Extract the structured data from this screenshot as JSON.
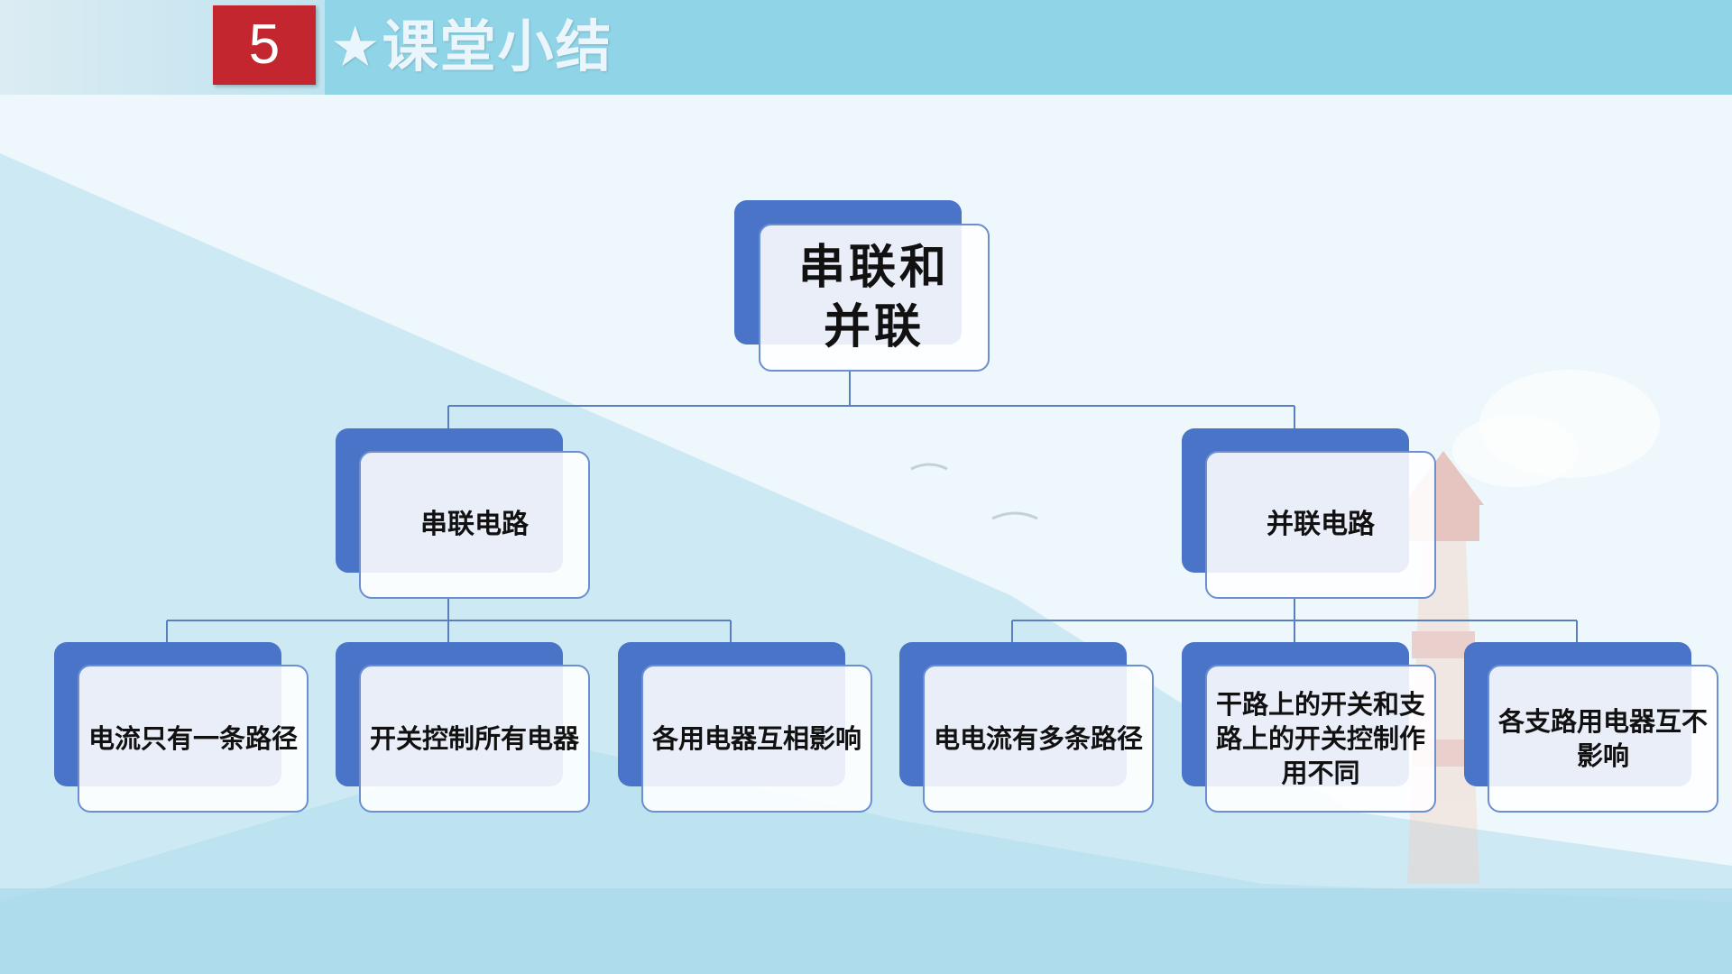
{
  "header": {
    "badge": "5",
    "title": "★课堂小结"
  },
  "diagram": {
    "root": {
      "label": "串联和并联"
    },
    "branches": [
      {
        "label": "串联电路",
        "children": [
          {
            "label": "电流只有一条路径"
          },
          {
            "label": "开关控制所有电器"
          },
          {
            "label": "各用电器互相影响"
          }
        ]
      },
      {
        "label": "并联电路",
        "children": [
          {
            "label": "电电流有多条路径"
          },
          {
            "label": "干路上的开关和支路上的开关控制作用不同"
          },
          {
            "label": "各支路用电器互不影响"
          }
        ]
      }
    ]
  },
  "colors": {
    "badge": "#c3262e",
    "header": "#8fd4e7",
    "node_back": "#4a74c8",
    "node_border": "#6b8fd0",
    "connector": "#5a7fbf"
  }
}
